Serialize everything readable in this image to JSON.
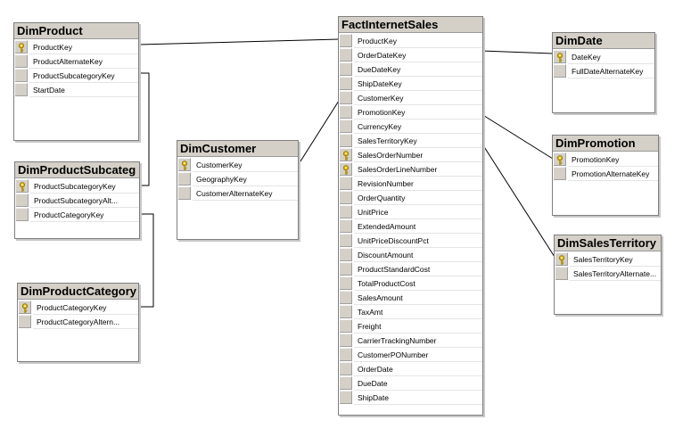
{
  "tables": {
    "dim_product": {
      "title": "DimProduct",
      "columns": [
        {
          "name": "ProductKey",
          "pk": true
        },
        {
          "name": "ProductAlternateKey",
          "pk": false
        },
        {
          "name": "ProductSubcategoryKey",
          "pk": false
        },
        {
          "name": "StartDate",
          "pk": false
        }
      ]
    },
    "dim_product_subcategory": {
      "title": "DimProductSubcateg",
      "columns": [
        {
          "name": "ProductSubcategoryKey",
          "pk": true
        },
        {
          "name": "ProductSubcategoryAlt...",
          "pk": false
        },
        {
          "name": "ProductCategoryKey",
          "pk": false
        }
      ]
    },
    "dim_product_category": {
      "title": "DimProductCategory",
      "columns": [
        {
          "name": "ProductCategoryKey",
          "pk": true
        },
        {
          "name": "ProductCategoryAltern...",
          "pk": false
        }
      ]
    },
    "dim_customer": {
      "title": "DimCustomer",
      "columns": [
        {
          "name": "CustomerKey",
          "pk": true
        },
        {
          "name": "GeographyKey",
          "pk": false
        },
        {
          "name": "CustomerAlternateKey",
          "pk": false
        }
      ]
    },
    "fact_internet_sales": {
      "title": "FactInternetSales",
      "columns": [
        {
          "name": "ProductKey",
          "pk": false
        },
        {
          "name": "OrderDateKey",
          "pk": false
        },
        {
          "name": "DueDateKey",
          "pk": false
        },
        {
          "name": "ShipDateKey",
          "pk": false
        },
        {
          "name": "CustomerKey",
          "pk": false
        },
        {
          "name": "PromotionKey",
          "pk": false
        },
        {
          "name": "CurrencyKey",
          "pk": false
        },
        {
          "name": "SalesTerritoryKey",
          "pk": false
        },
        {
          "name": "SalesOrderNumber",
          "pk": true
        },
        {
          "name": "SalesOrderLineNumber",
          "pk": true
        },
        {
          "name": "RevisionNumber",
          "pk": false
        },
        {
          "name": "OrderQuantity",
          "pk": false
        },
        {
          "name": "UnitPrice",
          "pk": false
        },
        {
          "name": "ExtendedAmount",
          "pk": false
        },
        {
          "name": "UnitPriceDiscountPct",
          "pk": false
        },
        {
          "name": "DiscountAmount",
          "pk": false
        },
        {
          "name": "ProductStandardCost",
          "pk": false
        },
        {
          "name": "TotalProductCost",
          "pk": false
        },
        {
          "name": "SalesAmount",
          "pk": false
        },
        {
          "name": "TaxAmt",
          "pk": false
        },
        {
          "name": "Freight",
          "pk": false
        },
        {
          "name": "CarrierTrackingNumber",
          "pk": false
        },
        {
          "name": "CustomerPONumber",
          "pk": false
        },
        {
          "name": "OrderDate",
          "pk": false
        },
        {
          "name": "DueDate",
          "pk": false
        },
        {
          "name": "ShipDate",
          "pk": false
        }
      ]
    },
    "dim_date": {
      "title": "DimDate",
      "columns": [
        {
          "name": "DateKey",
          "pk": true
        },
        {
          "name": "FullDateAlternateKey",
          "pk": false
        }
      ]
    },
    "dim_promotion": {
      "title": "DimPromotion",
      "columns": [
        {
          "name": "PromotionKey",
          "pk": true
        },
        {
          "name": "PromotionAlternateKey",
          "pk": false
        }
      ]
    },
    "dim_sales_territory": {
      "title": "DimSalesTerritory",
      "columns": [
        {
          "name": "SalesTerritoryKey",
          "pk": true
        },
        {
          "name": "SalesTerritoryAlternate...",
          "pk": false
        }
      ]
    }
  },
  "icons": {
    "primary_key": "key-icon"
  },
  "colors": {
    "title_bar": "#d4d0c8",
    "border": "#7f7f7f",
    "key": "#e0b800",
    "line": "#000000"
  }
}
